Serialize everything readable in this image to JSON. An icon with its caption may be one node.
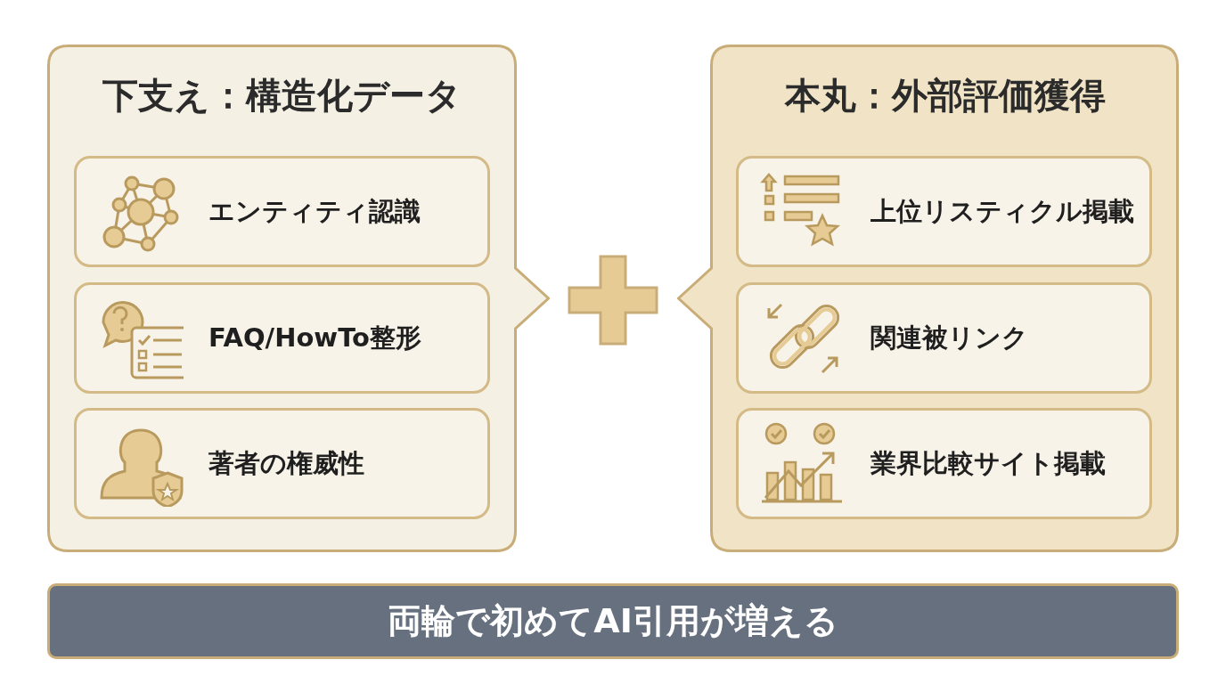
{
  "diagram": {
    "nodes": [
      {
        "text": [
          "下支え：構造化データ"
        ]
      },
      {
        "text": [
          "エンティティ認識"
        ],
        "in": 0
      },
      {
        "text": [
          "FAQ/HowTo整形"
        ],
        "in": 0
      },
      {
        "text": [
          "著者の権威性"
        ],
        "in": 0
      },
      {
        "text": [
          "本丸：外部評価獲得"
        ]
      },
      {
        "text": [
          "上位リスティクル掲載"
        ],
        "in": 4
      },
      {
        "text": [
          "関連被リンク"
        ],
        "in": 4
      },
      {
        "text": [
          "業界比較サイト掲載"
        ],
        "in": 4
      },
      {
        "text": [
          "両輪で初めてAI引用が増える"
        ]
      }
    ],
    "edges": []
  }
}
